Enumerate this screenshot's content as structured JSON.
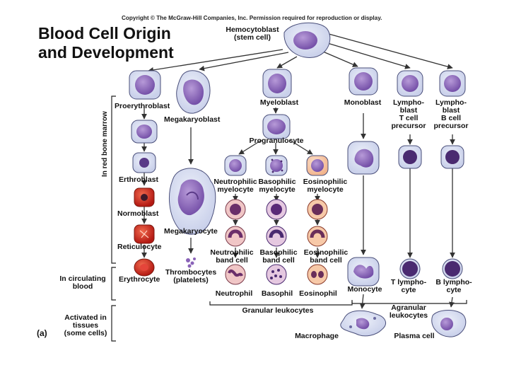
{
  "copyright": "Copyright © The McGraw-Hill Companies, Inc. Permission required for reproduction or display.",
  "title_line1": "Blood Cell Origin",
  "title_line2": "and Development",
  "panel_label": "(a)",
  "regions": {
    "marrow": "In red bone marrow",
    "blood_1": "In circulating",
    "blood_2": "blood",
    "tissue_1": "Activated in",
    "tissue_2": "tissues",
    "tissue_3": "(some cells)"
  },
  "cells": {
    "hemocytoblast_1": "Hemocytoblast",
    "hemocytoblast_2": "(stem cell)",
    "proerythroblast": "Proerythroblast",
    "megakaryoblast": "Megakaryoblast",
    "myeloblast": "Myeloblast",
    "monoblast": "Monoblast",
    "lympho_t_1": "Lympho-",
    "lympho_t_2": "blast",
    "lympho_t_3": "T cell",
    "lympho_t_4": "precursor",
    "lympho_b_1": "Lympho-",
    "lympho_b_2": "blast",
    "lympho_b_3": "B cell",
    "lympho_b_4": "precursor",
    "progranulocyte": "Progranulocyte",
    "erthroblast": "Erthroblast",
    "normoblast": "Normoblast",
    "reticulocyte": "Reticulocyte",
    "erythrocyte": "Erythrocyte",
    "megakaryocyte": "Megakaryocyte",
    "thrombocytes_1": "Thrombocytes",
    "thrombocytes_2": "(platelets)",
    "neut_myelo_1": "Neutrophilic",
    "neut_myelo_2": "myelocyte",
    "baso_myelo_1": "Basophilic",
    "baso_myelo_2": "myelocyte",
    "eos_myelo_1": "Eosinophilic",
    "eos_myelo_2": "myelocyte",
    "neut_band_1": "Neutrophilic",
    "neut_band_2": "band cell",
    "baso_band_1": "Basophilic",
    "baso_band_2": "band cell",
    "eos_band_1": "Eosinophilic",
    "eos_band_2": "band cell",
    "neutrophil": "Neutrophil",
    "basophil": "Basophil",
    "eosinophil": "Eosinophil",
    "monocyte": "Monocyte",
    "t_lymphocyte_1": "T lympho-",
    "t_lymphocyte_2": "cyte",
    "b_lymphocyte_1": "B lympho-",
    "b_lymphocyte_2": "cyte",
    "granular": "Granular leukocytes",
    "agranular_1": "Agranular",
    "agranular_2": "leukocytes",
    "macrophage": "Macrophage",
    "plasma_cell": "Plasma cell"
  },
  "colors": {
    "cell_fill": "#dde3f3",
    "nucleus": "#8a63b8",
    "red_cell": "#d6251d",
    "granule_red": "#c2412c",
    "granule_purple": "#4a2a70",
    "arrow": "#333333"
  }
}
